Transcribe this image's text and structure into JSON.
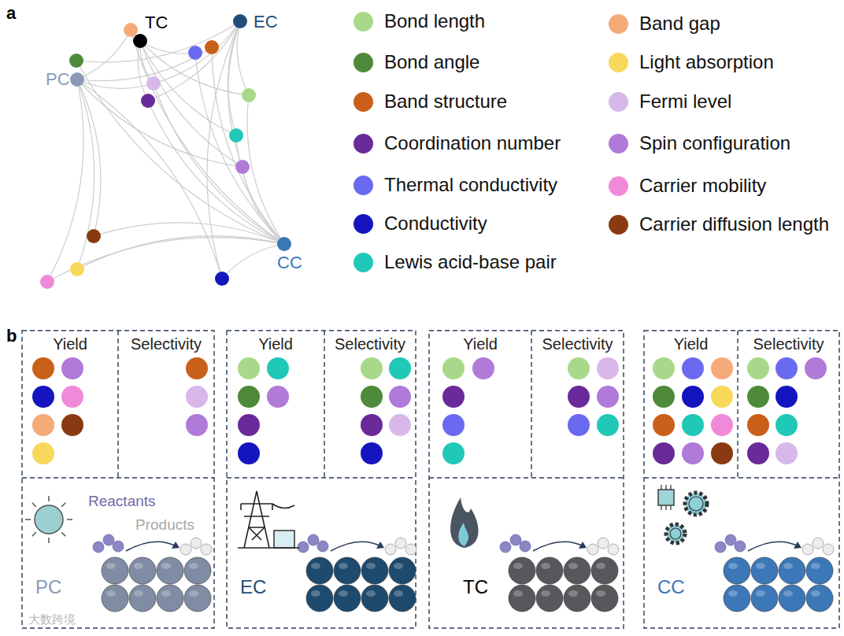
{
  "diagram": {
    "nodes": [
      {
        "text": [
          "PC"
        ]
      },
      {
        "text": [
          "TC"
        ]
      },
      {
        "text": [
          "EC"
        ]
      },
      {
        "text": [
          "CC"
        ]
      },
      {
        "text": [
          "Yield"
        ]
      },
      {
        "text": [
          "Selectivity"
        ]
      },
      {
        "text": [
          "Reactants",
          "Products",
          "PC"
        ]
      },
      {
        "text": [
          "Yield"
        ]
      },
      {
        "text": [
          "Selectivity"
        ]
      },
      {
        "text": [
          "EC"
        ]
      },
      {
        "text": [
          "Yield"
        ]
      },
      {
        "text": [
          "Selectivity"
        ]
      },
      {
        "text": [
          "TC"
        ]
      },
      {
        "text": [
          "Yield"
        ]
      },
      {
        "text": [
          "Selectivity"
        ]
      },
      {
        "text": [
          "CC"
        ]
      }
    ],
    "labels": [
      "a",
      "b",
      "大数跨境"
    ],
    "legend": [
      {
        "text": "Bond length",
        "color": "#a8d98a"
      },
      {
        "text": "Bond angle",
        "color": "#4e8a3a"
      },
      {
        "text": "Band structure",
        "color": "#c8601a"
      },
      {
        "text": "Coordination number",
        "color": "#6a2a9a"
      },
      {
        "text": "Thermal conductivity",
        "color": "#6a6af0"
      },
      {
        "text": "Conductivity",
        "color": "#1515c0"
      },
      {
        "text": "Lewis acid-base pair",
        "color": "#20c8b8"
      },
      {
        "text": "Band gap",
        "color": "#f5aa7a"
      },
      {
        "text": "Light absorption",
        "color": "#f8d85a"
      },
      {
        "text": "Fermi level",
        "color": "#d8b8ea"
      },
      {
        "text": "Spin configuration",
        "color": "#b07ad8"
      },
      {
        "text": "Carrier mobility",
        "color": "#f08ad8"
      },
      {
        "text": "Carrier diffusion length",
        "color": "#8a3a12"
      }
    ]
  }
}
